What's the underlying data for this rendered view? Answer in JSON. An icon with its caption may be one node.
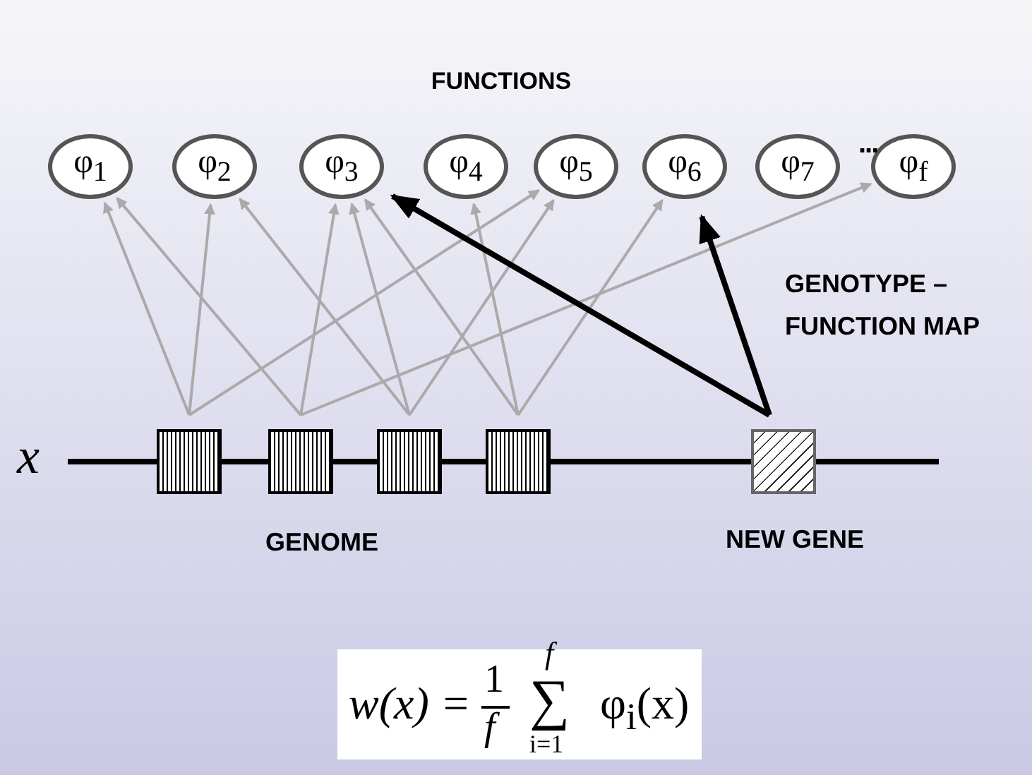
{
  "diagram": {
    "title": "FUNCTIONS",
    "nodes": [
      {
        "text": [
          "φ$_{1}$"
        ]
      },
      {
        "text": [
          "φ$_{2}$"
        ]
      },
      {
        "text": [
          "φ$_{3}$"
        ]
      },
      {
        "text": [
          "φ$_{4}$"
        ]
      },
      {
        "text": [
          "φ$_{5}$"
        ]
      },
      {
        "text": [
          "φ$_{6}$"
        ]
      },
      {
        "text": [
          "φ$_{7}$"
        ]
      },
      {
        "text": [
          "φ$_{f}$"
        ]
      },
      {
        "text": [],
        "shape": "box"
      },
      {
        "text": [],
        "shape": "box"
      },
      {
        "text": [],
        "shape": "box"
      },
      {
        "text": [],
        "shape": "box"
      },
      {
        "text": [],
        "shape": "box",
        "beside": [
          "NEW GENE"
        ]
      }
    ],
    "edges": [
      {
        "from": 8,
        "to": 0,
        "arrow": "to"
      },
      {
        "from": 8,
        "to": 1,
        "arrow": "to"
      },
      {
        "from": 8,
        "to": 4,
        "arrow": "to"
      },
      {
        "from": 9,
        "to": 0,
        "arrow": "to"
      },
      {
        "from": 9,
        "to": 2,
        "arrow": "to"
      },
      {
        "from": 9,
        "to": 7,
        "arrow": "to"
      },
      {
        "from": 10,
        "to": 1,
        "arrow": "to"
      },
      {
        "from": 10,
        "to": 2,
        "arrow": "to"
      },
      {
        "from": 10,
        "to": 4,
        "arrow": "to"
      },
      {
        "from": 11,
        "to": 2,
        "arrow": "to"
      },
      {
        "from": 11,
        "to": 3,
        "arrow": "to"
      },
      {
        "from": 11,
        "to": 5,
        "arrow": "to"
      },
      {
        "from": 12,
        "to": 2,
        "arrow": "to",
        "style": "thick",
        "color": "#000000"
      },
      {
        "from": 12,
        "to": 5,
        "arrow": "to",
        "style": "thick",
        "color": "#000000"
      }
    ],
    "labels": [
      "...",
      "GENOTYPE – FUNCTION MAP",
      "x",
      "GENOME",
      "w(x) =",
      "1",
      "f",
      "f",
      "∑",
      "i=1",
      "φ$_{i}$(x)"
    ]
  }
}
